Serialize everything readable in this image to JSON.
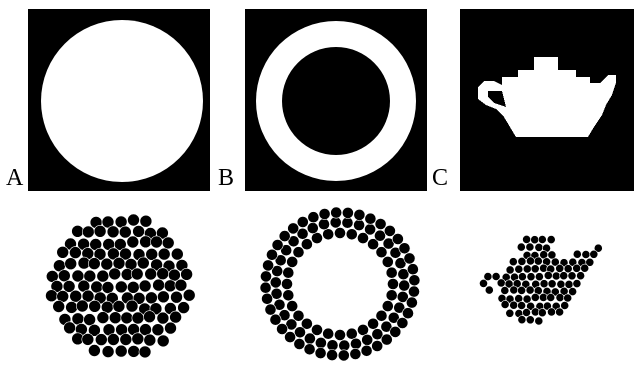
{
  "panels": [
    {
      "label": "A",
      "shape": "disk"
    },
    {
      "label": "B",
      "shape": "annulus"
    },
    {
      "label": "C",
      "shape": "teapot"
    }
  ],
  "colors": {
    "shape_fill": "#ffffff",
    "background": "#000000",
    "particles": "#000000"
  }
}
